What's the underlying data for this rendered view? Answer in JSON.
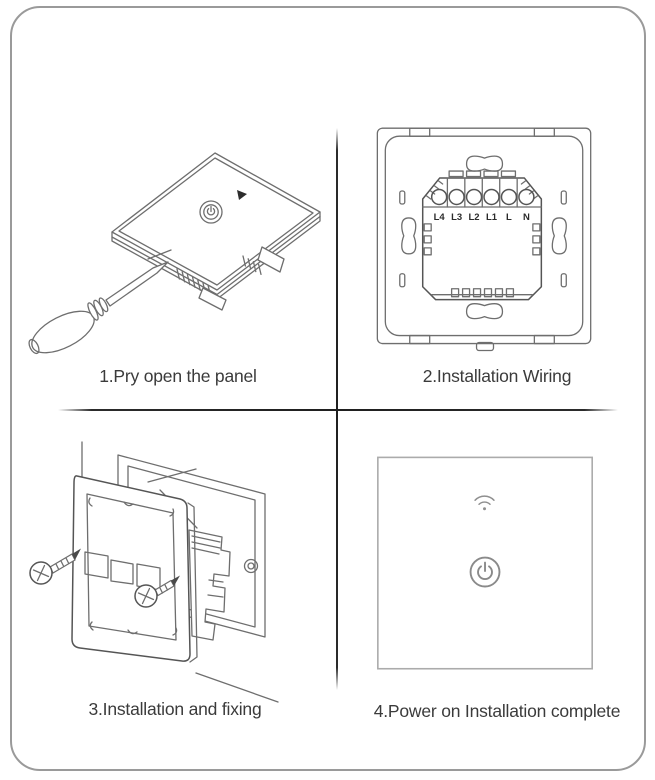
{
  "frame": {
    "border_color": "#9a9a9a",
    "divider_color": "#1f1f1f"
  },
  "steps": [
    {
      "id": 1,
      "caption": "1.Pry open the panel",
      "illustration": "pry-open-panel-with-screwdriver"
    },
    {
      "id": 2,
      "caption": "2.Installation Wiring",
      "illustration": "switch-rear-wiring-terminals"
    },
    {
      "id": 3,
      "caption": "3.Installation and fixing",
      "illustration": "screw-frame-into-wall-box"
    },
    {
      "id": 4,
      "caption": "4.Power on Installation complete",
      "illustration": "powered-touch-panel"
    }
  ],
  "wiring": {
    "terminals": [
      "L4",
      "L3",
      "L2",
      "L1",
      "L",
      "N"
    ]
  },
  "icons": {
    "power": "power-symbol-in-circle",
    "wifi": "wifi-arcs",
    "wifi_indicator": "small-solid-triangle",
    "screw": "phillips-screw",
    "screwdriver": "flat-screwdriver"
  },
  "colors": {
    "line_art": "#6e6e6e",
    "dark_line": "#555555",
    "caption_text": "#3b3b3b"
  }
}
